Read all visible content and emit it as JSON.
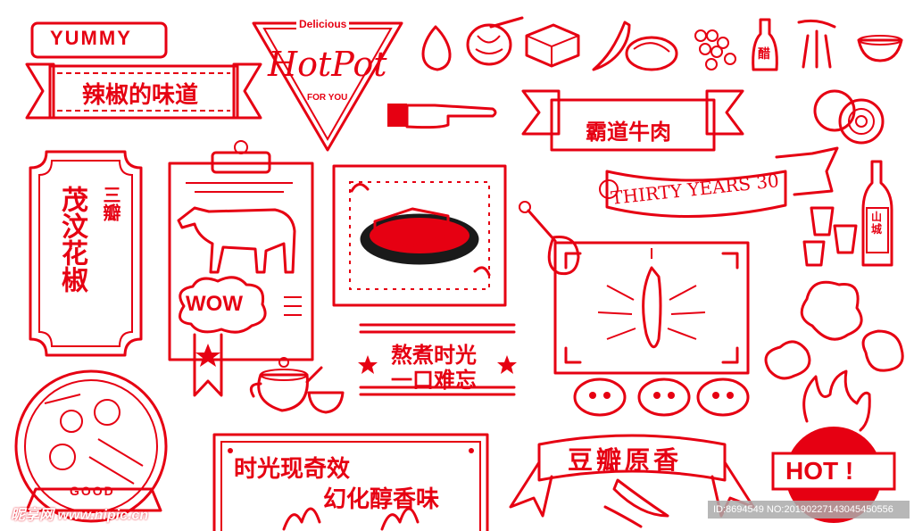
{
  "colors": {
    "primary": "#e60012",
    "background": "#ffffff",
    "watermark_bar": "#b4b4b4"
  },
  "labels": {
    "yummy": "YUMMY",
    "spicy_taste": "辣椒的味道",
    "delicious": "Delicious",
    "hotpot": "HotPot",
    "for_you": "FOR YOU",
    "beef": "霸道牛肉",
    "thirty_years": "THIRTY YEARS 30",
    "sanban": "三瓣",
    "maowen_pepper": "茂汶花椒",
    "wow": "WOW",
    "stew_line1": "熬煮时光",
    "stew_line2": "一口难忘",
    "time_line1": "时光现奇效",
    "time_line2": "幻化醇香味",
    "bean_paste": "豆瓣原香",
    "good": "GOOD",
    "hot": "HOT !",
    "vinegar": "醋",
    "shancheng": "山城"
  },
  "watermark": {
    "site": "昵享网 www.nipic.cn",
    "id": "ID:8694549 NO:20190227143045450556"
  },
  "icons": [
    "pointing-hand-icon",
    "garlic-icon",
    "noodles-icon",
    "tofu-icon",
    "chili-icon",
    "meat-plate-icon",
    "grapes-icon",
    "vinegar-bottle-icon",
    "mushroom-icon",
    "bowl-icon",
    "onion-icon",
    "liquor-bottle-icon",
    "cups-icon",
    "cloud-icon",
    "cow-icon",
    "teapot-icon",
    "hotpot-icon",
    "lotus-root-icon",
    "flame-icon",
    "star-icon",
    "clipboard-icon",
    "drumstick-icon"
  ]
}
